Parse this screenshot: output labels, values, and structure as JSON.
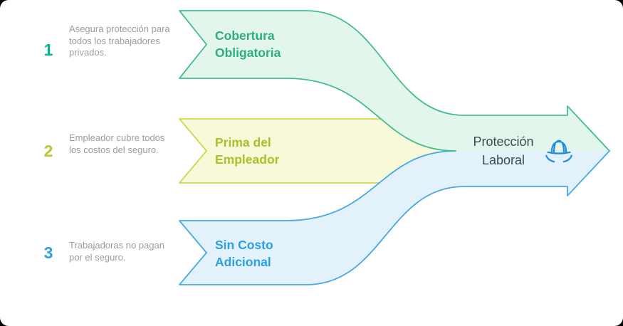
{
  "canvas": {
    "background": "#ffffff",
    "page_background": "#000000"
  },
  "steps": [
    {
      "number": "1",
      "description": "Asegura protección para todos los trabajadores privados.",
      "label": "Cobertura Obligatoria",
      "colors": {
        "number": "#00b58a",
        "label": "#2fae7d",
        "banner_fill": "#e3f6eb",
        "banner_stroke": "#44bd8d"
      }
    },
    {
      "number": "2",
      "description": "Empleador cubre todos los costos del seguro.",
      "label": "Prima del Empleador",
      "colors": {
        "number": "#b9c72f",
        "label": "#aabf2a",
        "banner_fill": "#f7f9d9",
        "banner_stroke": "#cdd84e"
      }
    },
    {
      "number": "3",
      "description": "Trabajadoras no pagan por el seguro.",
      "label": "Sin Costo Adicional",
      "colors": {
        "number": "#2e9fe0",
        "label": "#2b9fe3",
        "banner_fill": "#e3f1fb",
        "banner_stroke": "#47a9e6"
      }
    }
  ],
  "result": {
    "label": "Protección Laboral",
    "icon": "hard-hat-hands-icon",
    "colors": {
      "text": "#3c4b52",
      "icon": "#1e88e5"
    }
  },
  "muted_text_color": "#9c9c9c"
}
